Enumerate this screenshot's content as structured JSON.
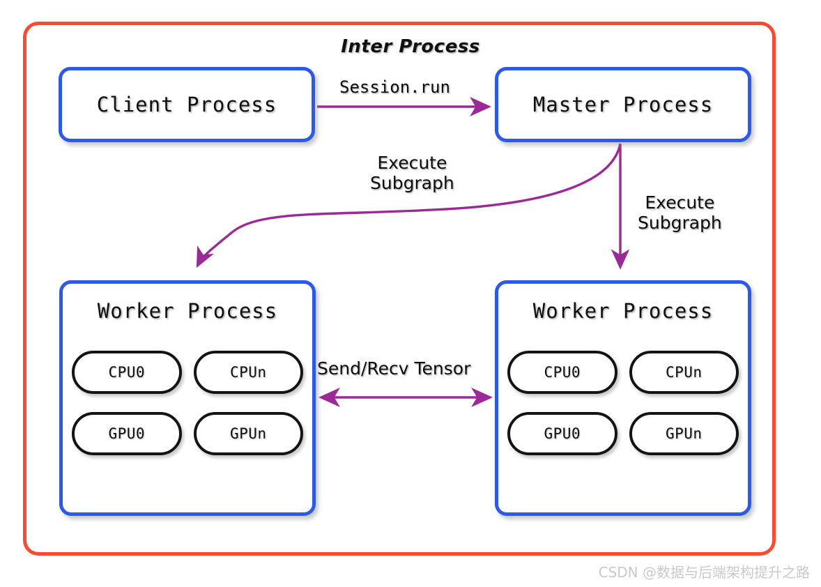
{
  "diagram": {
    "title": "Inter Process",
    "colors": {
      "outer_border": "#fb4a2e",
      "process_border": "#2b59f0",
      "arrow": "#9c2a96",
      "device_border": "#141414",
      "background": "#ffffff",
      "watermark": "#c9c9c9"
    },
    "nodes": {
      "client_process": {
        "label": "Client Process"
      },
      "master_process": {
        "label": "Master Process"
      },
      "worker_process_left": {
        "label": "Worker Process",
        "devices": [
          "CPU0",
          "CPUn",
          "GPU0",
          "GPUn"
        ]
      },
      "worker_process_right": {
        "label": "Worker Process",
        "devices": [
          "CPU0",
          "CPUn",
          "GPU0",
          "GPUn"
        ]
      }
    },
    "edges": {
      "client_to_master": {
        "label": "Session.run",
        "direction": "one-way"
      },
      "master_to_worker_left": {
        "label": "Execute\nSubgraph",
        "direction": "one-way"
      },
      "master_to_worker_right": {
        "label": "Execute\nSubgraph",
        "direction": "one-way"
      },
      "worker_to_worker": {
        "label": "Send/Recv Tensor",
        "direction": "two-way"
      }
    }
  },
  "watermark": {
    "text": "CSDN @数据与后端架构提升之路"
  }
}
